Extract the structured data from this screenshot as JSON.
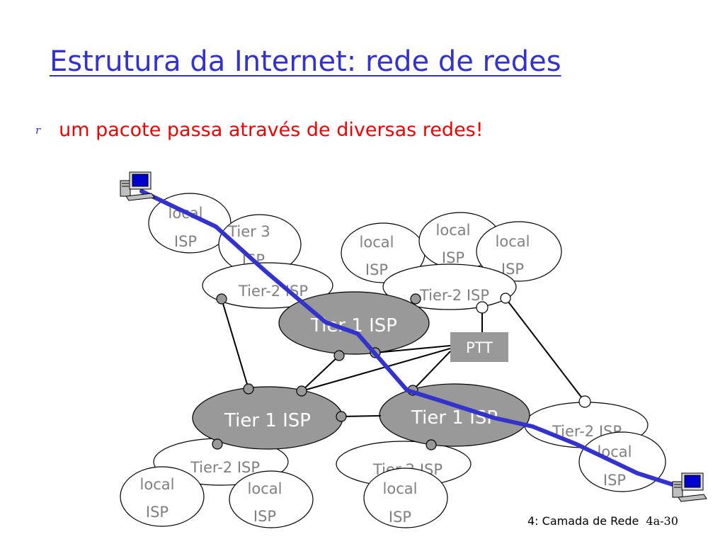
{
  "slide": {
    "title": "Estrutura da Internet: rede de redes",
    "bullet_marker": "r",
    "bullet_text": "um pacote passa através de diversas redes!",
    "footer_chapter": "4: Camada de Rede",
    "footer_page": "4a-30"
  },
  "colors": {
    "title": "#3333cc",
    "bullet_text": "#ee0000",
    "tier1_fill": "#999999",
    "ptt_fill": "#999999",
    "packet_path": "#3333cc",
    "label_gray": "#808080"
  },
  "icons": [
    "computer-icon-source",
    "computer-icon-destination"
  ],
  "diagram": {
    "local_isp_line1": "local",
    "local_isp_line2": "ISP",
    "tier3_line1": "Tier 3",
    "tier3_line2": "ISP",
    "tier2_label": "Tier-2 ISP",
    "tier1_label": "Tier 1 ISP",
    "ptt_label": "PTT"
  }
}
